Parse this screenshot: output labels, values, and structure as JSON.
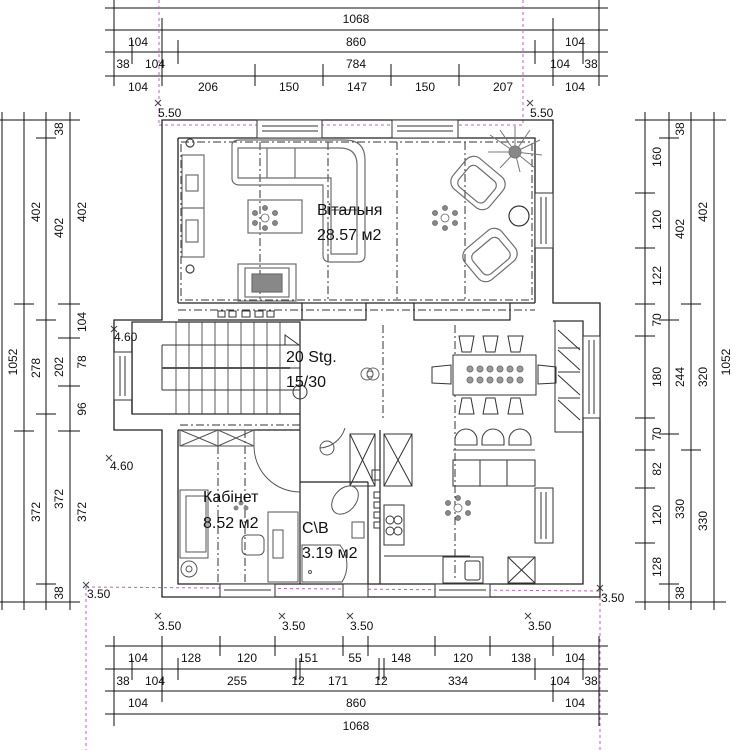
{
  "colors": {
    "wall": "#222222",
    "furniture": "#6e6e6e",
    "dimension": "#111111",
    "boundary": "#c060c0",
    "background": "#ffffff"
  },
  "rooms": [
    {
      "name": "Вітальня",
      "area": "28.57 м2"
    },
    {
      "name": "Кабінет",
      "area": "8.52 м2"
    },
    {
      "name": "С\\В",
      "area": "3.19 м2"
    }
  ],
  "stair": {
    "steps": "20 Stg.",
    "ratio": "15/30"
  },
  "levels": {
    "top_left": "5.50",
    "top_right": "5.50",
    "stair_left": "4.60",
    "study_left": "4.60",
    "bottom_left": "3.50",
    "bottom_right": "3.50",
    "bottom_marks": [
      "3.50",
      "3.50",
      "3.50",
      "3.50"
    ]
  },
  "dimensions": {
    "top": {
      "row1": [
        "1068"
      ],
      "row2": [
        "104",
        "860",
        "104"
      ],
      "row3": [
        "38",
        "104",
        "784",
        "104",
        "38"
      ],
      "row4": [
        "104",
        "206",
        "150",
        "147",
        "150",
        "207",
        "104"
      ]
    },
    "bottom": {
      "row1": [
        "104",
        "128",
        "120",
        "151",
        "55",
        "148",
        "120",
        "138",
        "104"
      ],
      "row2": [
        "38",
        "104",
        "255",
        "12",
        "171",
        "12",
        "334",
        "104",
        "38"
      ],
      "row3": [
        "104",
        "860",
        "104"
      ],
      "row4": [
        "1068"
      ]
    },
    "left": {
      "outer": [
        "1052"
      ],
      "col2": [
        "402",
        "278",
        "372"
      ],
      "col3": [
        "38",
        "402",
        "202",
        "372",
        "38"
      ],
      "col4": [
        "402",
        "104",
        "78",
        "96",
        "372"
      ]
    },
    "right": {
      "inner": [
        "160",
        "120",
        "122",
        "70",
        "180",
        "70",
        "82",
        "120",
        "128"
      ],
      "col2": [
        "38",
        "402",
        "244",
        "330",
        "38"
      ],
      "col3": [
        "402",
        "320",
        "330"
      ],
      "outer": [
        "1052"
      ]
    }
  }
}
